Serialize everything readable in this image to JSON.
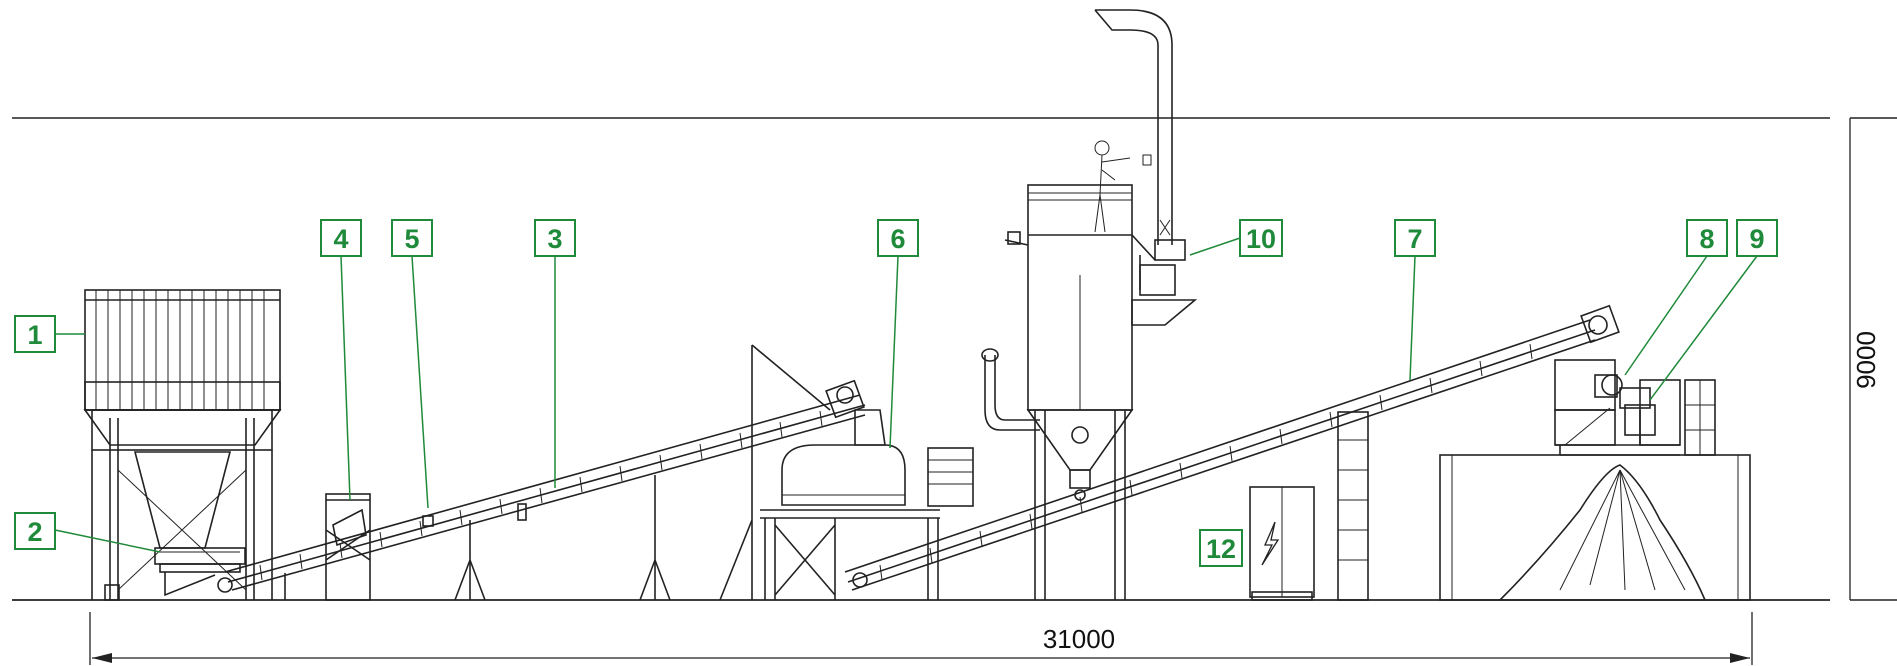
{
  "colors": {
    "callout_green": "#1f8a3a",
    "line_dark": "#222222"
  },
  "dimensions": {
    "length_label": "31000",
    "height_label": "9000"
  },
  "callouts": [
    {
      "label": "1"
    },
    {
      "label": "2"
    },
    {
      "label": "4"
    },
    {
      "label": "5"
    },
    {
      "label": "3"
    },
    {
      "label": "6"
    },
    {
      "label": "10"
    },
    {
      "label": "7"
    },
    {
      "label": "8"
    },
    {
      "label": "9"
    },
    {
      "label": "12"
    }
  ],
  "icons": {
    "electrical_cabinet_symbol": "lightning-bolt-icon"
  }
}
